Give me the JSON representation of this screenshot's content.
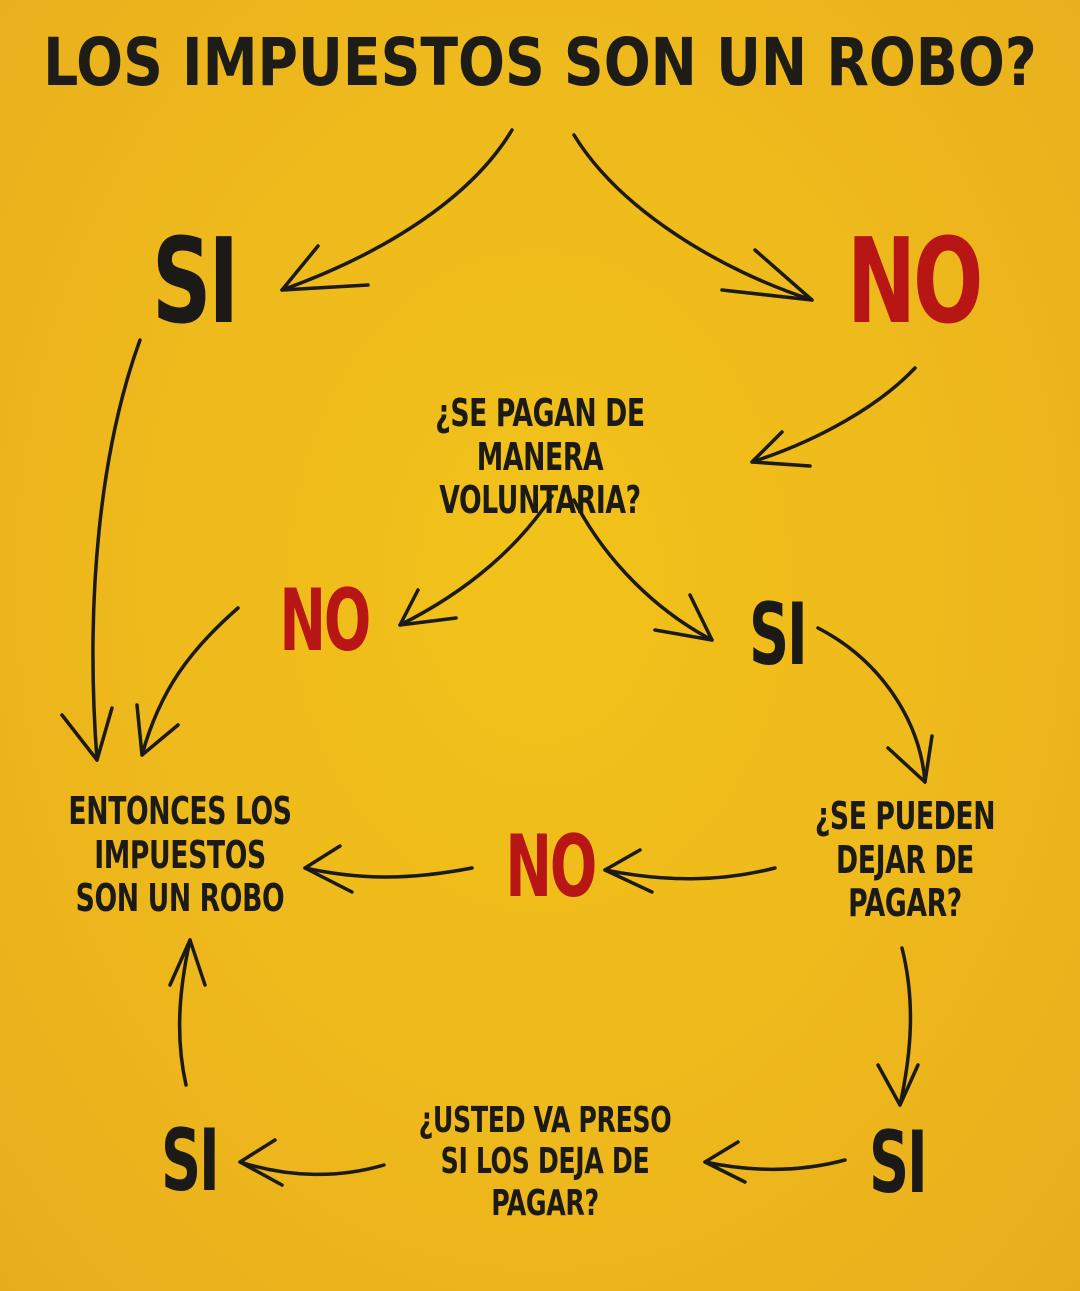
{
  "title": "LOS IMPUESTOS SON UN ROBO?",
  "nodes": {
    "si_top": "SI",
    "no_top": "NO",
    "q_voluntaria": "¿SE PAGAN DE\nMANERA VOLUNTARIA?",
    "no_voluntaria": "NO",
    "si_voluntaria": "SI",
    "conclusion": "ENTONCES LOS\nIMPUESTOS\nSON UN ROBO",
    "no_dejar": "NO",
    "q_dejar": "¿SE PUEDEN\nDEJAR DE\nPAGAR?",
    "si_bottom_left": "SI",
    "q_preso": "¿USTED VA PRESO\nSI LOS DEJA DE\nPAGAR?",
    "si_bottom_right": "SI"
  },
  "colors": {
    "background": "#efbb1c",
    "text": "#1b1a17",
    "accent_red": "#b81614"
  }
}
